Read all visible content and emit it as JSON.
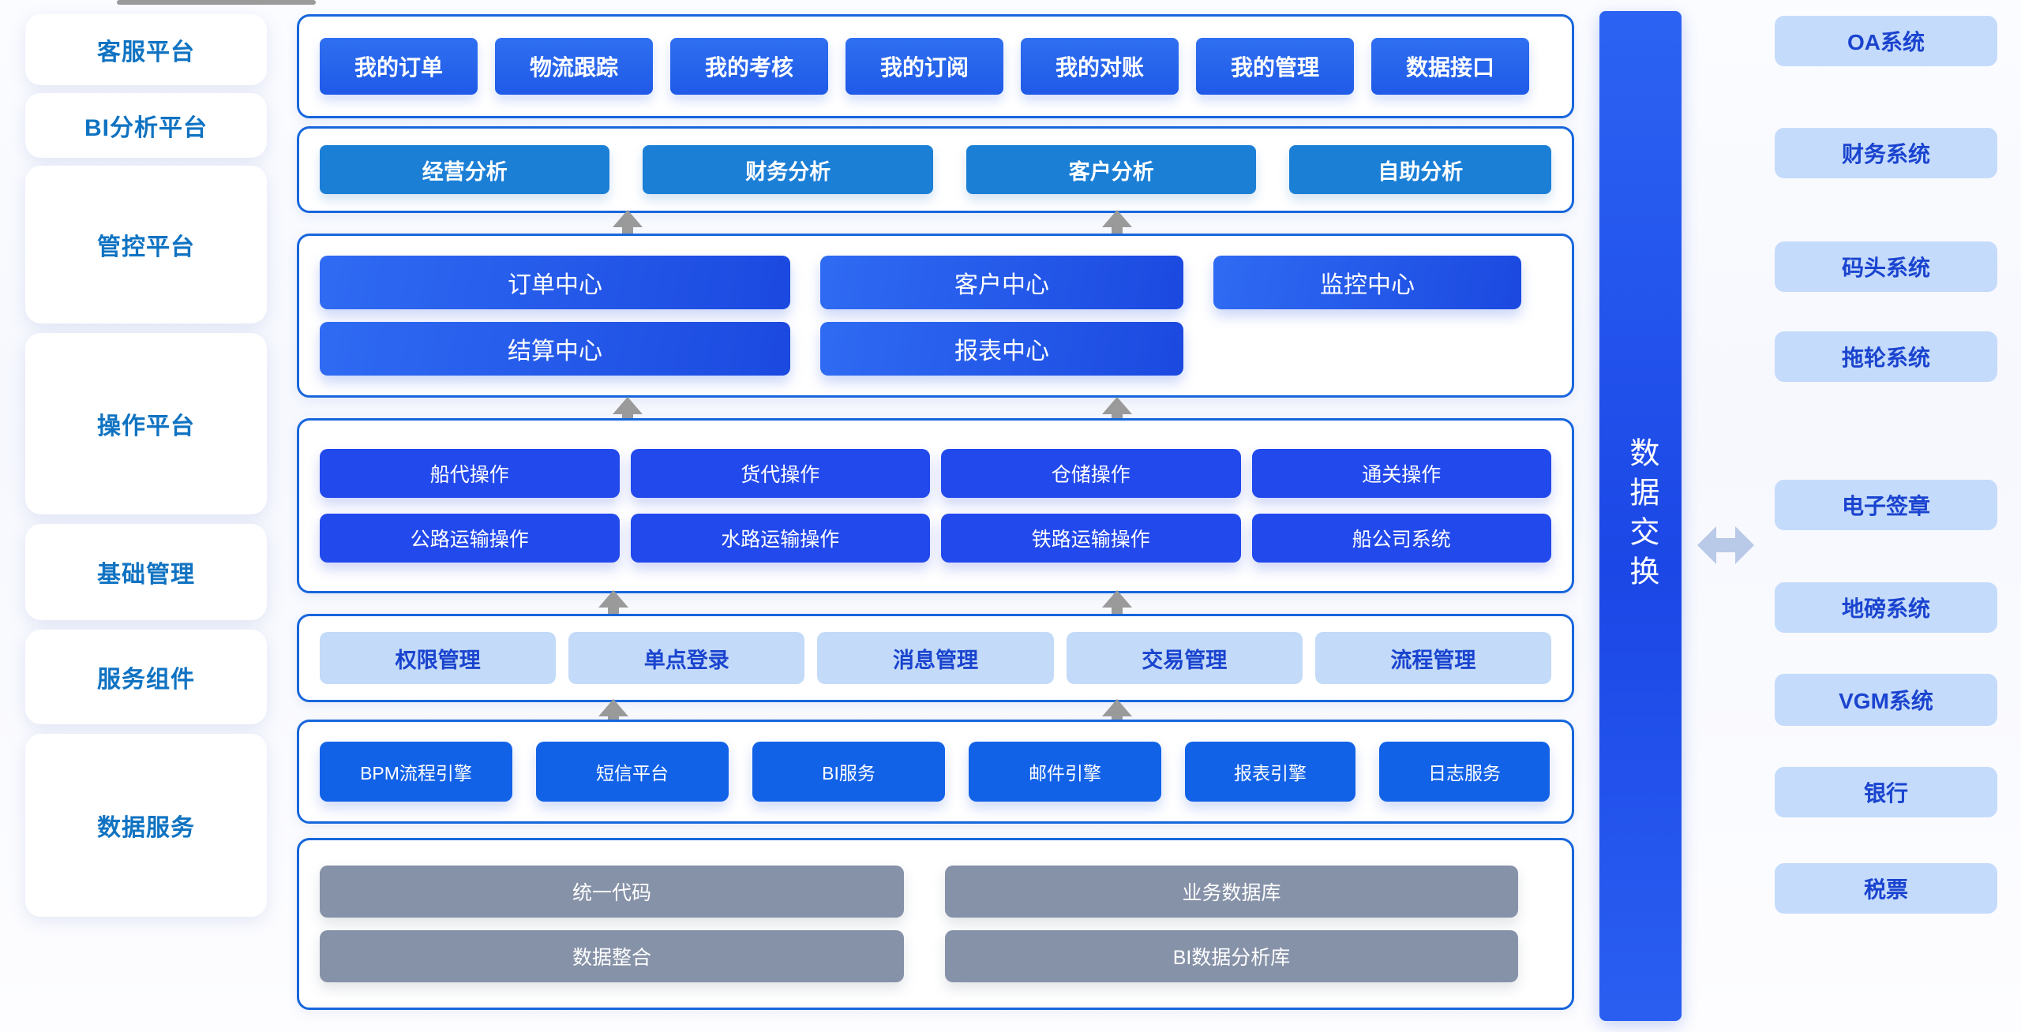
{
  "theme": {
    "panel_border": "#1766dc",
    "deep_blue": "#1f5ae8",
    "bi_blue": "#1b7fd6",
    "ops_blue": "#2249ec",
    "base_light": "#c3daf8",
    "base_text": "#1a44cf",
    "service_blue": "#1262e8",
    "data_gray": "#8692a8",
    "sidebar_text": "#1073c2",
    "exchange_bar": "#1b47e6",
    "external_bg": "#c5dbfb",
    "arrow_gray": "#9a9a9a",
    "arrow_lightblue": "#b9c9e8"
  },
  "sidebar": {
    "items": [
      {
        "label": "客服平台"
      },
      {
        "label": "BI分析平台"
      },
      {
        "label": "管控平台"
      },
      {
        "label": "操作平台"
      },
      {
        "label": "基础管理"
      },
      {
        "label": "服务组件"
      },
      {
        "label": "数据服务"
      }
    ]
  },
  "layers": [
    {
      "key": "customer_service",
      "title": "客服平台",
      "rows": [
        [
          "我的订单",
          "物流跟踪",
          "我的考核",
          "我的订阅",
          "我的对账",
          "我的管理",
          "数据接口"
        ]
      ]
    },
    {
      "key": "bi_platform",
      "title": "BI分析平台",
      "rows": [
        [
          "经营分析",
          "财务分析",
          "客户分析",
          "自助分析"
        ]
      ]
    },
    {
      "key": "control_platform",
      "title": "管控平台",
      "rows": [
        [
          "订单中心",
          "客户中心",
          "监控中心"
        ],
        [
          "结算中心",
          "报表中心"
        ]
      ]
    },
    {
      "key": "operation_platform",
      "title": "操作平台",
      "rows": [
        [
          "船代操作",
          "货代操作",
          "仓储操作",
          "通关操作"
        ],
        [
          "公路运输操作",
          "水路运输操作",
          "铁路运输操作",
          "船公司系统"
        ]
      ]
    },
    {
      "key": "base_management",
      "title": "基础管理",
      "rows": [
        [
          "权限管理",
          "单点登录",
          "消息管理",
          "交易管理",
          "流程管理"
        ]
      ]
    },
    {
      "key": "service_components",
      "title": "服务组件",
      "rows": [
        [
          "BPM流程引擎",
          "短信平台",
          "BI服务",
          "邮件引擎",
          "报表引擎",
          "日志服务"
        ]
      ]
    },
    {
      "key": "data_services",
      "title": "数据服务",
      "rows": [
        [
          "统一代码",
          "业务数据库"
        ],
        [
          "数据整合",
          "BI数据分析库"
        ]
      ]
    }
  ],
  "exchange": {
    "label": "数据交换",
    "arrow_icon": "double-arrow-horizontal-icon"
  },
  "external_systems": {
    "items": [
      {
        "label": "OA系统"
      },
      {
        "label": "财务系统"
      },
      {
        "label": "码头系统"
      },
      {
        "label": "拖轮系统"
      },
      {
        "label": "电子签章"
      },
      {
        "label": "地磅系统"
      },
      {
        "label": "VGM系统"
      },
      {
        "label": "银行"
      },
      {
        "label": "税票"
      }
    ]
  },
  "connectors": {
    "vertical_arrow_icon": "double-arrow-vertical-icon",
    "count": 8
  }
}
